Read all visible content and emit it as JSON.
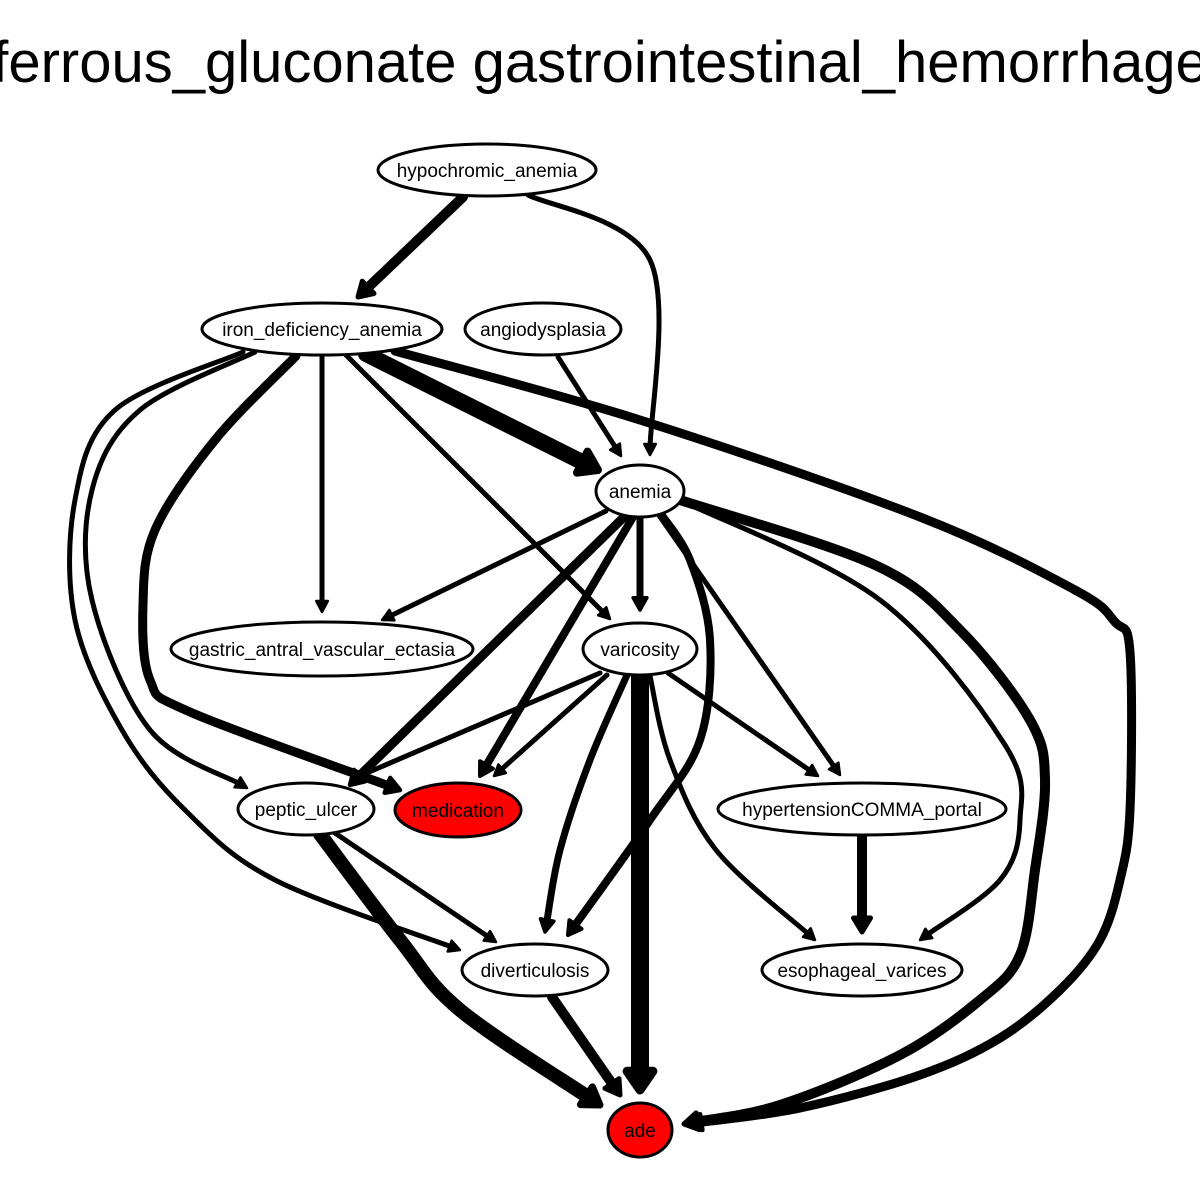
{
  "title": "ferrous_gluconate gastrointestinal_hemorrhage",
  "colors": {
    "highlight": "#ff0000",
    "default_fill": "#ffffff",
    "stroke": "#000000"
  },
  "nodes": [
    {
      "id": "hypochromic_anemia",
      "label": "hypochromic_anemia",
      "highlight": false
    },
    {
      "id": "iron_deficiency_anemia",
      "label": "iron_deficiency_anemia",
      "highlight": false
    },
    {
      "id": "angiodysplasia",
      "label": "angiodysplasia",
      "highlight": false
    },
    {
      "id": "anemia",
      "label": "anemia",
      "highlight": false
    },
    {
      "id": "gastric_antral_vascular_ectasia",
      "label": "gastric_antral_vascular_ectasia",
      "highlight": false
    },
    {
      "id": "varicosity",
      "label": "varicosity",
      "highlight": false
    },
    {
      "id": "peptic_ulcer",
      "label": "peptic_ulcer",
      "highlight": false
    },
    {
      "id": "medication",
      "label": "medication",
      "highlight": true
    },
    {
      "id": "hypertensionCOMMA_portal",
      "label": "hypertensionCOMMA_portal",
      "highlight": false
    },
    {
      "id": "diverticulosis",
      "label": "diverticulosis",
      "highlight": false
    },
    {
      "id": "esophageal_varices",
      "label": "esophageal_varices",
      "highlight": false
    },
    {
      "id": "ade",
      "label": "ade",
      "highlight": true
    }
  ],
  "edges": [
    {
      "from": "hypochromic_anemia",
      "to": "iron_deficiency_anemia",
      "weight": 10
    },
    {
      "from": "hypochromic_anemia",
      "to": "anemia",
      "weight": 5
    },
    {
      "from": "iron_deficiency_anemia",
      "to": "anemia",
      "weight": 16
    },
    {
      "from": "iron_deficiency_anemia",
      "to": "gastric_antral_vascular_ectasia",
      "weight": 5
    },
    {
      "from": "iron_deficiency_anemia",
      "to": "varicosity",
      "weight": 5
    },
    {
      "from": "iron_deficiency_anemia",
      "to": "peptic_ulcer",
      "weight": 5
    },
    {
      "from": "iron_deficiency_anemia",
      "to": "medication",
      "weight": 9
    },
    {
      "from": "iron_deficiency_anemia",
      "to": "diverticulosis",
      "weight": 5
    },
    {
      "from": "iron_deficiency_anemia",
      "to": "ade",
      "weight": 9
    },
    {
      "from": "angiodysplasia",
      "to": "anemia",
      "weight": 5
    },
    {
      "from": "anemia",
      "to": "gastric_antral_vascular_ectasia",
      "weight": 5
    },
    {
      "from": "anemia",
      "to": "varicosity",
      "weight": 7
    },
    {
      "from": "anemia",
      "to": "peptic_ulcer",
      "weight": 9
    },
    {
      "from": "anemia",
      "to": "medication",
      "weight": 8
    },
    {
      "from": "anemia",
      "to": "hypertensionCOMMA_portal",
      "weight": 5
    },
    {
      "from": "anemia",
      "to": "diverticulosis",
      "weight": 8
    },
    {
      "from": "anemia",
      "to": "esophageal_varices",
      "weight": 5
    },
    {
      "from": "anemia",
      "to": "ade",
      "weight": 10
    },
    {
      "from": "varicosity",
      "to": "peptic_ulcer",
      "weight": 5
    },
    {
      "from": "varicosity",
      "to": "medication",
      "weight": 5
    },
    {
      "from": "varicosity",
      "to": "hypertensionCOMMA_portal",
      "weight": 5
    },
    {
      "from": "varicosity",
      "to": "diverticulosis",
      "weight": 7
    },
    {
      "from": "varicosity",
      "to": "esophageal_varices",
      "weight": 5
    },
    {
      "from": "varicosity",
      "to": "ade",
      "weight": 18
    },
    {
      "from": "peptic_ulcer",
      "to": "diverticulosis",
      "weight": 5
    },
    {
      "from": "peptic_ulcer",
      "to": "ade",
      "weight": 14
    },
    {
      "from": "hypertensionCOMMA_portal",
      "to": "esophageal_varices",
      "weight": 10
    },
    {
      "from": "diverticulosis",
      "to": "ade",
      "weight": 10
    }
  ]
}
